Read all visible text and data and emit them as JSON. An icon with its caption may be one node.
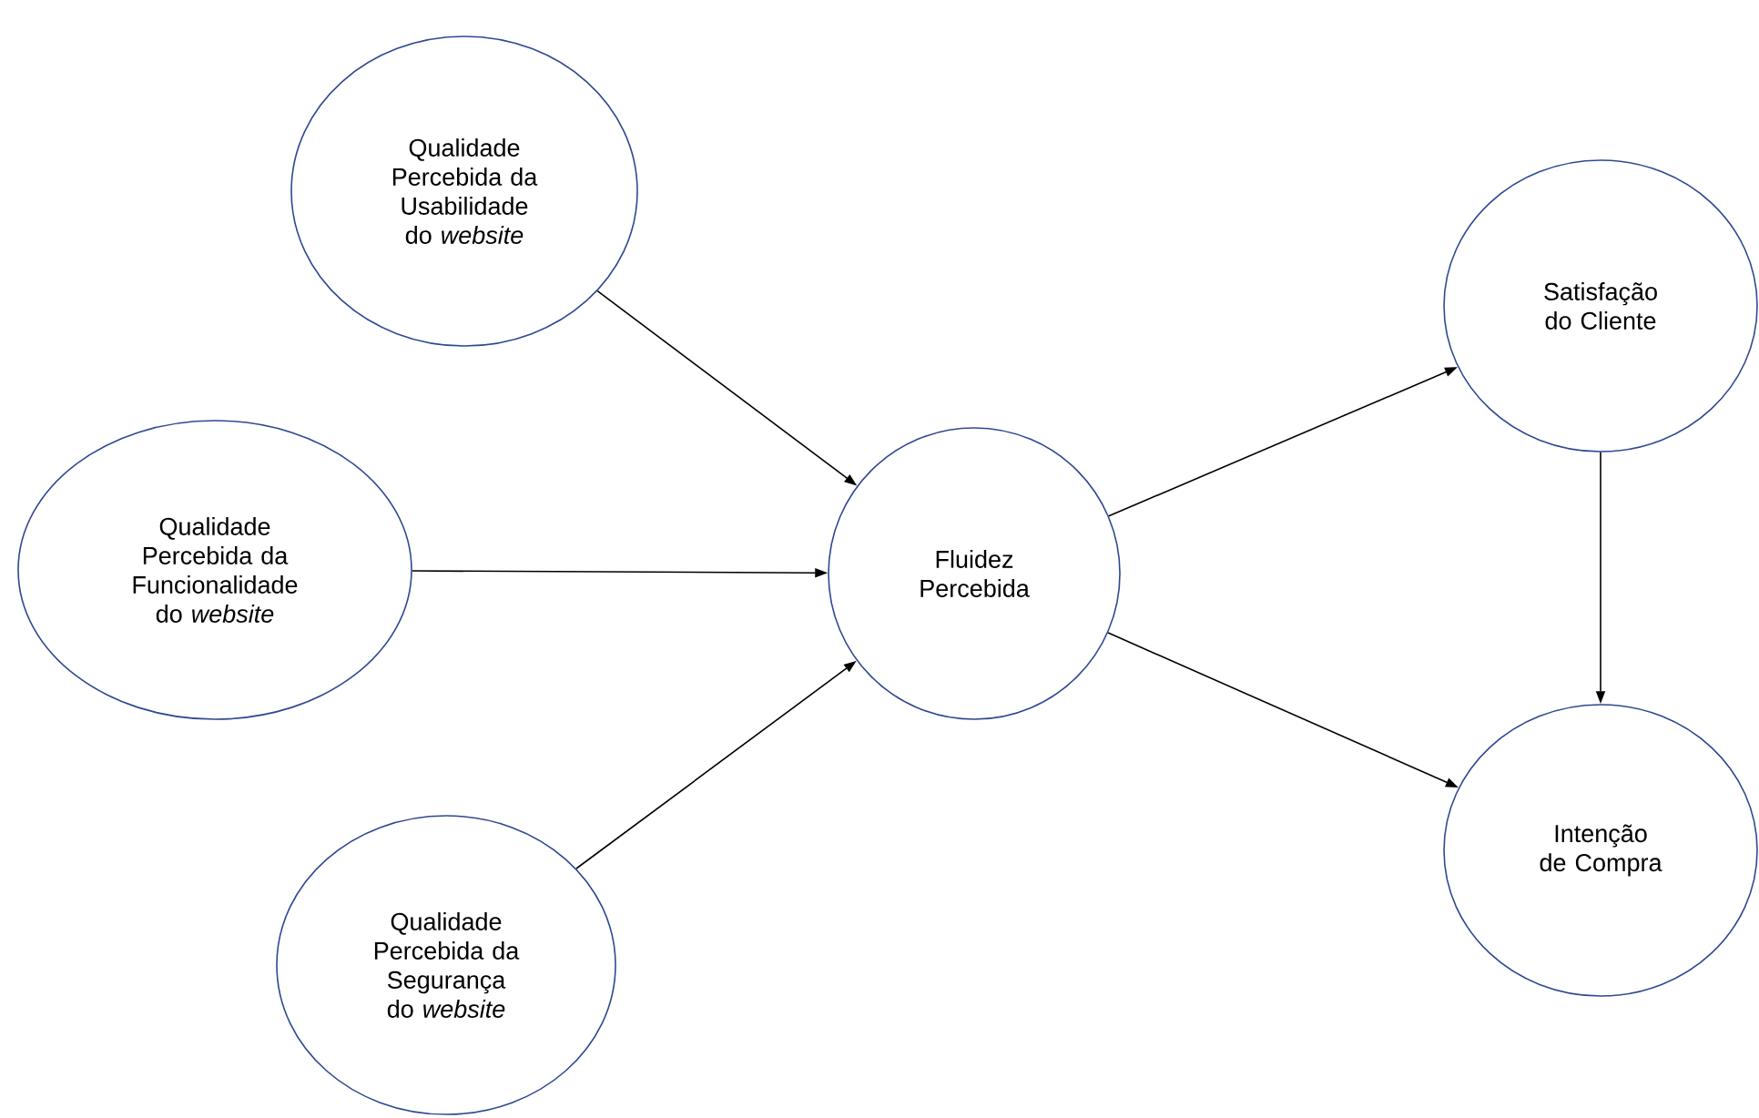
{
  "diagram": {
    "nodes": [
      {
        "text": [
          "Qualidade Percebida da Usabilidade do *website*"
        ]
      },
      {
        "text": [
          "Qualidade Percebida da Funcionalidade do *website*"
        ]
      },
      {
        "text": [
          "Qualidade Percebida da Segurança do *website*"
        ]
      },
      {
        "text": [
          "Fluidez Percebida"
        ]
      },
      {
        "text": [
          "Satisfação do Cliente"
        ]
      },
      {
        "text": [
          "Intenção de Compra"
        ]
      }
    ],
    "edges": [
      {
        "from": 0,
        "to": 3,
        "arrow": "to"
      },
      {
        "from": 1,
        "to": 3,
        "arrow": "to"
      },
      {
        "from": 2,
        "to": 3,
        "arrow": "to"
      },
      {
        "from": 3,
        "to": 4,
        "arrow": "to"
      },
      {
        "from": 3,
        "to": 5,
        "arrow": "to"
      },
      {
        "from": 4,
        "to": 5,
        "arrow": "to"
      }
    ]
  }
}
